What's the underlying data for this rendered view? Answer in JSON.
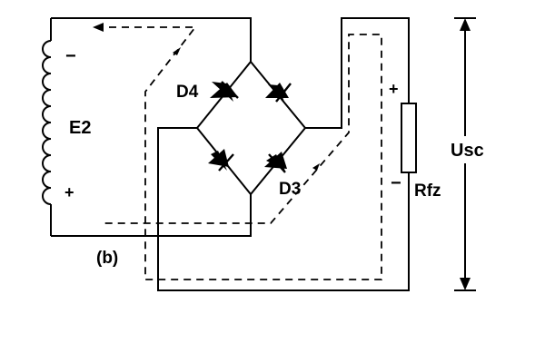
{
  "labels": {
    "transformer": "E2",
    "diode_upper_left": "D4",
    "diode_lower_right": "D3",
    "load": "Rfz",
    "output_voltage": "Usc",
    "figure_tag": "(b)"
  },
  "polarity": {
    "coil_top": "−",
    "coil_bottom": "+",
    "load_top": "+",
    "load_bottom": "−"
  },
  "colors": {
    "line": "#000000",
    "background": "#ffffff"
  }
}
